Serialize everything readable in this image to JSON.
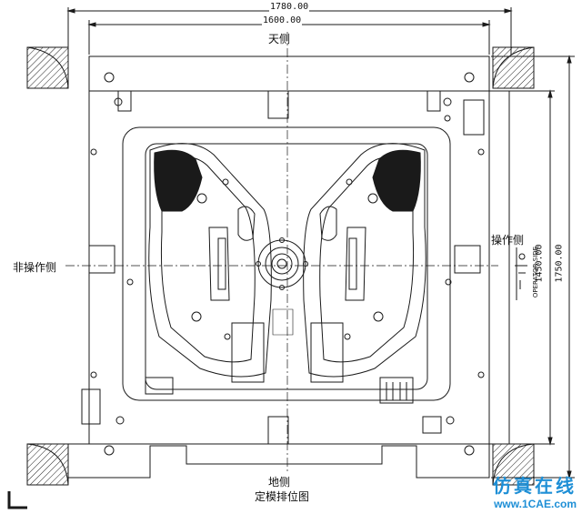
{
  "dimensions": {
    "overall_width": "1780.00",
    "inner_width": "1600.00",
    "inner_height": "1450.00",
    "overall_height": "1750.00"
  },
  "labels": {
    "top_side": "天侧",
    "bottom_side": "地侧",
    "operator_side": "操作侧",
    "non_operator_side": "非操作侧",
    "operator_side_en": "OPERATOR SIDE",
    "caption": "定模排位图"
  },
  "watermark": {
    "line1": "仿真在线",
    "line2": "www.1CAE.com"
  },
  "colors": {
    "line": "#1a1a1a",
    "watermark": "#1e8fd6"
  }
}
